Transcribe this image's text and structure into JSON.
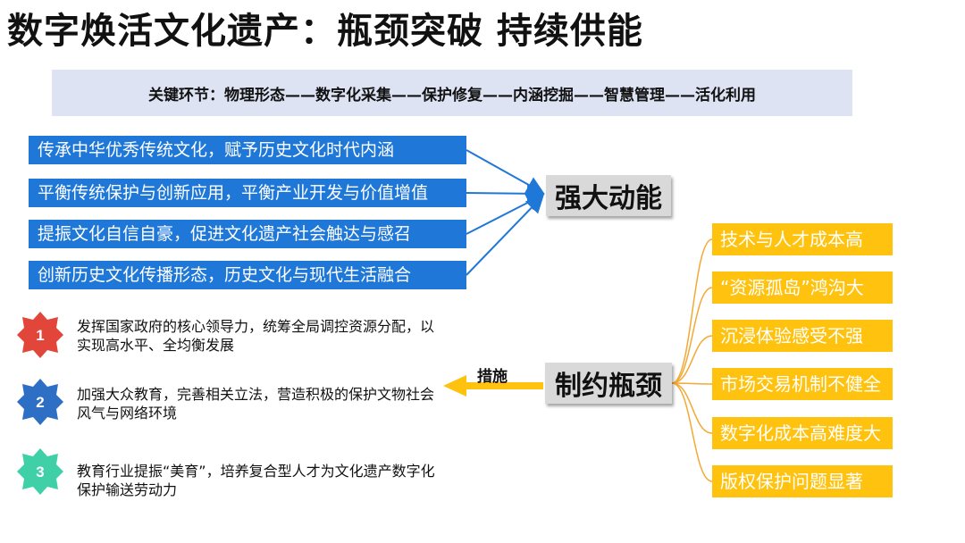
{
  "title": "数字焕活文化遗产：瓶颈突破 持续供能",
  "banner": "关键环节：物理形态——数字化采集——保护修复——内涵挖掘——智慧管理——活化利用",
  "drivers": [
    "传承中华优秀传统文化，赋予历史文化时代内涵",
    "平衡传统保护与创新应用，平衡产业开发与价值增值",
    "提振文化自信自豪，促进文化遗产社会触达与感召",
    "创新历史文化传播形态，历史文化与现代生活融合"
  ],
  "power_label": "强大动能",
  "bottleneck_label": "制约瓶颈",
  "measures_label": "措施",
  "bottlenecks": [
    "技术与人才成本高",
    "“资源孤岛”鸿沟大",
    "沉浸体验感受不强",
    "市场交易机制不健全",
    "数字化成本高难度大",
    "版权保护问题显著"
  ],
  "measures": [
    {
      "num": "1",
      "text": "发挥国家政府的核心领导力，统筹全局调控资源分配，以实现高水平、全均衡发展"
    },
    {
      "num": "2",
      "text": "加强大众教育，完善相关立法，营造积极的保护文物社会风气与网络环境"
    },
    {
      "num": "3",
      "text": "教育行业提振“美育”，培养复合型人才为文化遗产数字化保护输送劳动力"
    }
  ],
  "colors": {
    "driver_box": "#1f78d8",
    "bottleneck_box": "#ffc20e",
    "banner_bg": "#dde3f3",
    "badge_1": "#e2463a",
    "badge_2": "#2e6fc6",
    "badge_3": "#3fd0a8",
    "measure_arrow": "#ffc20e"
  }
}
